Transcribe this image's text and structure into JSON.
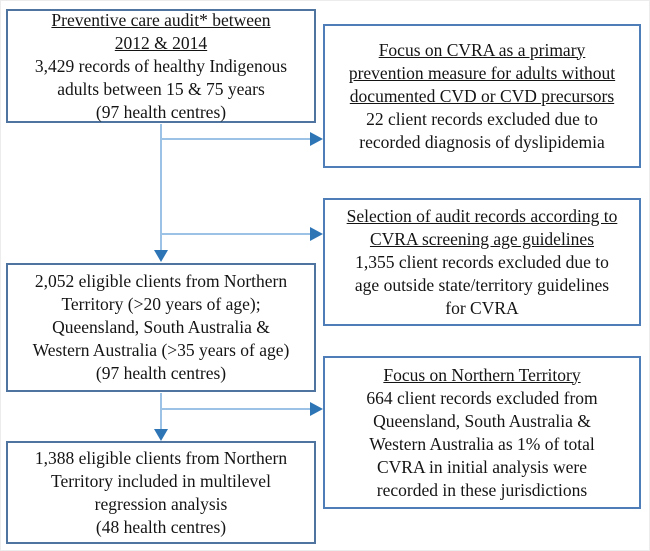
{
  "colors": {
    "left_box_border": "#4f74a0",
    "right_box_border": "#4f7db8",
    "connector_line": "#9cc2e5",
    "arrowhead_fill": "#2e75b6",
    "text": "#141414",
    "background": "#ffffff"
  },
  "boxes": {
    "audit": {
      "title_lines": [
        "Preventive care audit* between",
        "2012 & 2014"
      ],
      "body_lines": [
        "3,429 records of healthy Indigenous",
        "adults between 15 & 75 years",
        "(97 health centres)"
      ]
    },
    "cvra_focus": {
      "title_lines": [
        "Focus on CVRA as a primary",
        "prevention measure for adults without",
        "documented CVD or CVD precursors"
      ],
      "body_lines": [
        "22 client records excluded due to",
        "recorded diagnosis of dyslipidemia"
      ]
    },
    "age_selection": {
      "title_lines": [
        "Selection of audit records according to",
        "CVRA screening age guidelines"
      ],
      "body_lines": [
        "1,355 client records excluded due to",
        "age outside state/territory guidelines",
        "for CVRA"
      ]
    },
    "eligible_clients": {
      "body_lines": [
        "2,052 eligible clients from Northern",
        "Territory (>20 years of age);",
        "Queensland, South Australia &",
        "Western Australia (>35 years of age)",
        "(97 health centres)"
      ]
    },
    "nt_focus": {
      "title_lines": [
        "Focus on Northern Territory"
      ],
      "body_lines": [
        "664 client records excluded from",
        "Queensland, South Australia &",
        "Western Australia as 1% of total",
        "CVRA in initial analysis were",
        "recorded in these jurisdictions"
      ]
    },
    "final_sample": {
      "body_lines": [
        "1,388 eligible clients from Northern",
        "Territory included in multilevel",
        "regression analysis",
        "(48 health centres)"
      ]
    }
  }
}
